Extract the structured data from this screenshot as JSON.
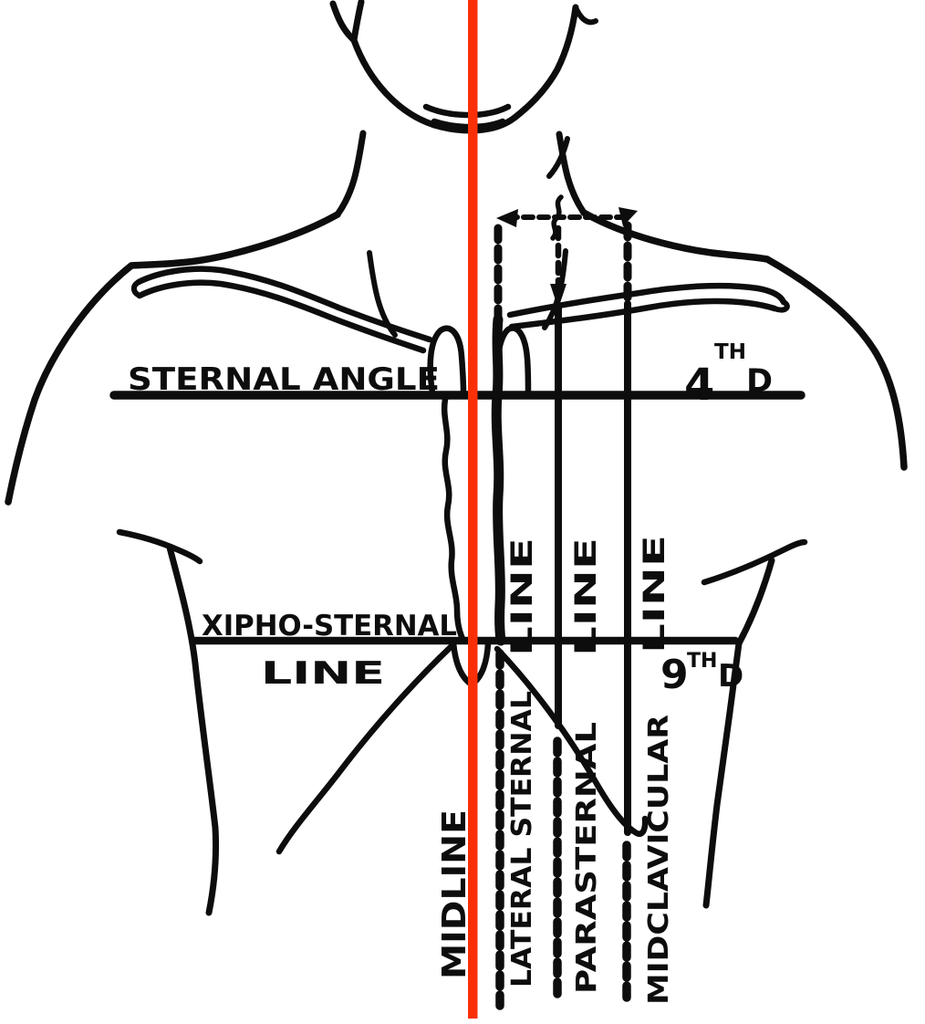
{
  "diagram": {
    "description": "Hand-drawn anatomical diagram of the anterior chest wall showing thoracic reference lines on a torso outline",
    "colors": {
      "ink": "#0d0d0d",
      "midline_red": "#F93007",
      "paper": "#ffffff"
    },
    "horizontal_lines": {
      "sternal_angle": {
        "label": "STERNAL ANGLE",
        "mark_base": "4",
        "mark_sup": "TH",
        "mark_suffix": "D"
      },
      "xipho_sternal": {
        "label_top": "XIPHO-STERNAL",
        "label_bottom": "LINE",
        "mark_base": "9",
        "mark_sup": "TH",
        "mark_suffix": "D"
      }
    },
    "vertical_lines": {
      "midline": {
        "label": "MIDLINE"
      },
      "lateral_sternal": {
        "label": "LATERAL STERNAL",
        "label2": "LINE"
      },
      "parasternal": {
        "label": "PARASTERNAL",
        "label2": "LINE"
      },
      "midclavicular": {
        "label": "MIDCLAVICULAR",
        "label2": "LINE"
      }
    }
  }
}
